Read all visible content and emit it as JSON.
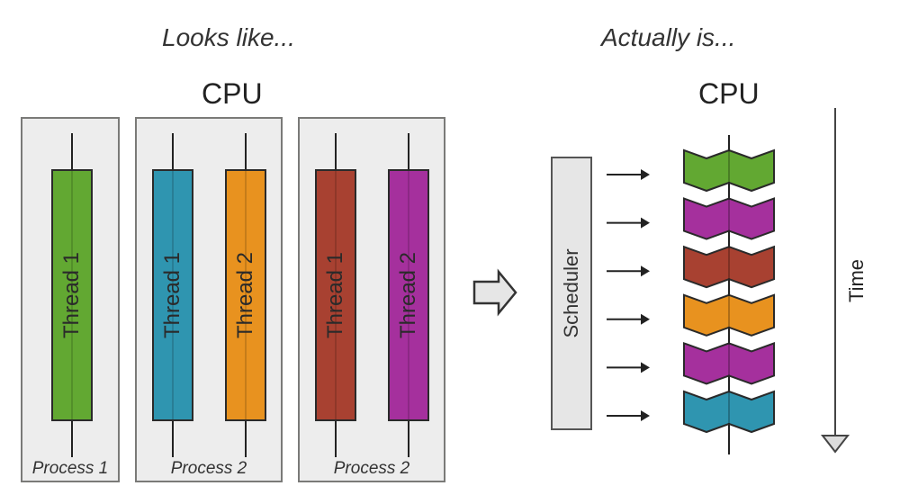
{
  "left": {
    "heading": "Looks like...",
    "cpu_label": "CPU",
    "processes": [
      {
        "label": "Process 1",
        "threads": [
          {
            "label": "Thread 1",
            "color": "#62a832"
          }
        ]
      },
      {
        "label": "Process 2",
        "threads": [
          {
            "label": "Thread 1",
            "color": "#2f95b0"
          },
          {
            "label": "Thread 2",
            "color": "#e8921f"
          }
        ]
      },
      {
        "label": "Process 2",
        "threads": [
          {
            "label": "Thread 1",
            "color": "#a84131"
          },
          {
            "label": "Thread 2",
            "color": "#a5309d"
          }
        ]
      }
    ]
  },
  "right": {
    "heading": "Actually is...",
    "cpu_label": "CPU",
    "scheduler_label": "Scheduler",
    "time_label": "Time",
    "slices": [
      {
        "color": "#62a832"
      },
      {
        "color": "#a5309d"
      },
      {
        "color": "#a84131"
      },
      {
        "color": "#e8921f"
      },
      {
        "color": "#a5309d"
      },
      {
        "color": "#2f95b0"
      }
    ]
  }
}
